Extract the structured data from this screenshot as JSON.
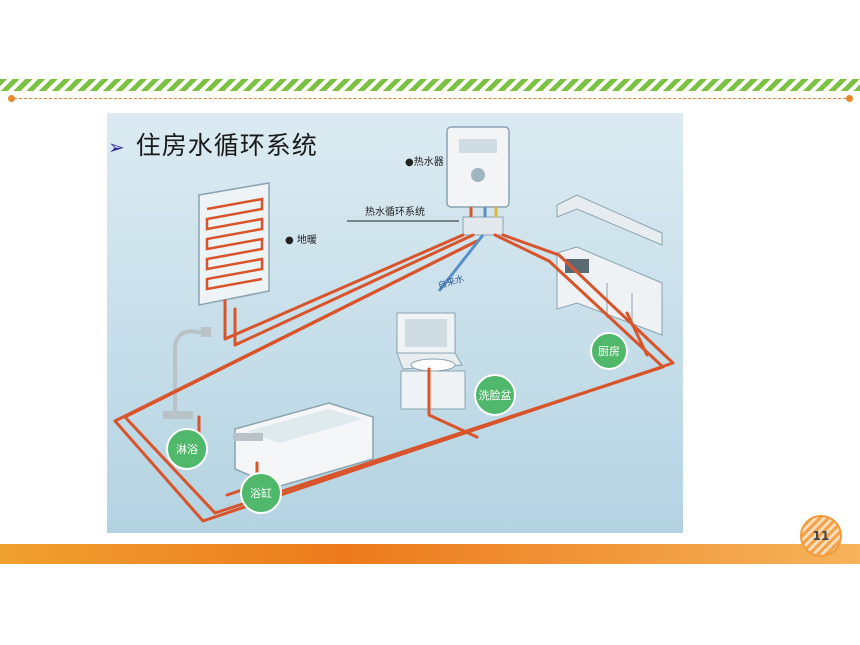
{
  "slide": {
    "title": "住房水循环系统",
    "page_number": "11"
  },
  "diagram": {
    "heater_label": "●热水器",
    "circulation_label": "热水循环系统",
    "floor_heating_label": "● 地暖",
    "cold_water_label": "自来水",
    "kitchen_label": "厨房",
    "basin_label": "洗脸盆",
    "shower_label": "淋浴",
    "bathtub_label": "浴缸"
  },
  "colors": {
    "stripe": "#7cc242",
    "accent": "#ec7a1c",
    "pipe": "#d9542a",
    "badge": "#4fb86a"
  }
}
